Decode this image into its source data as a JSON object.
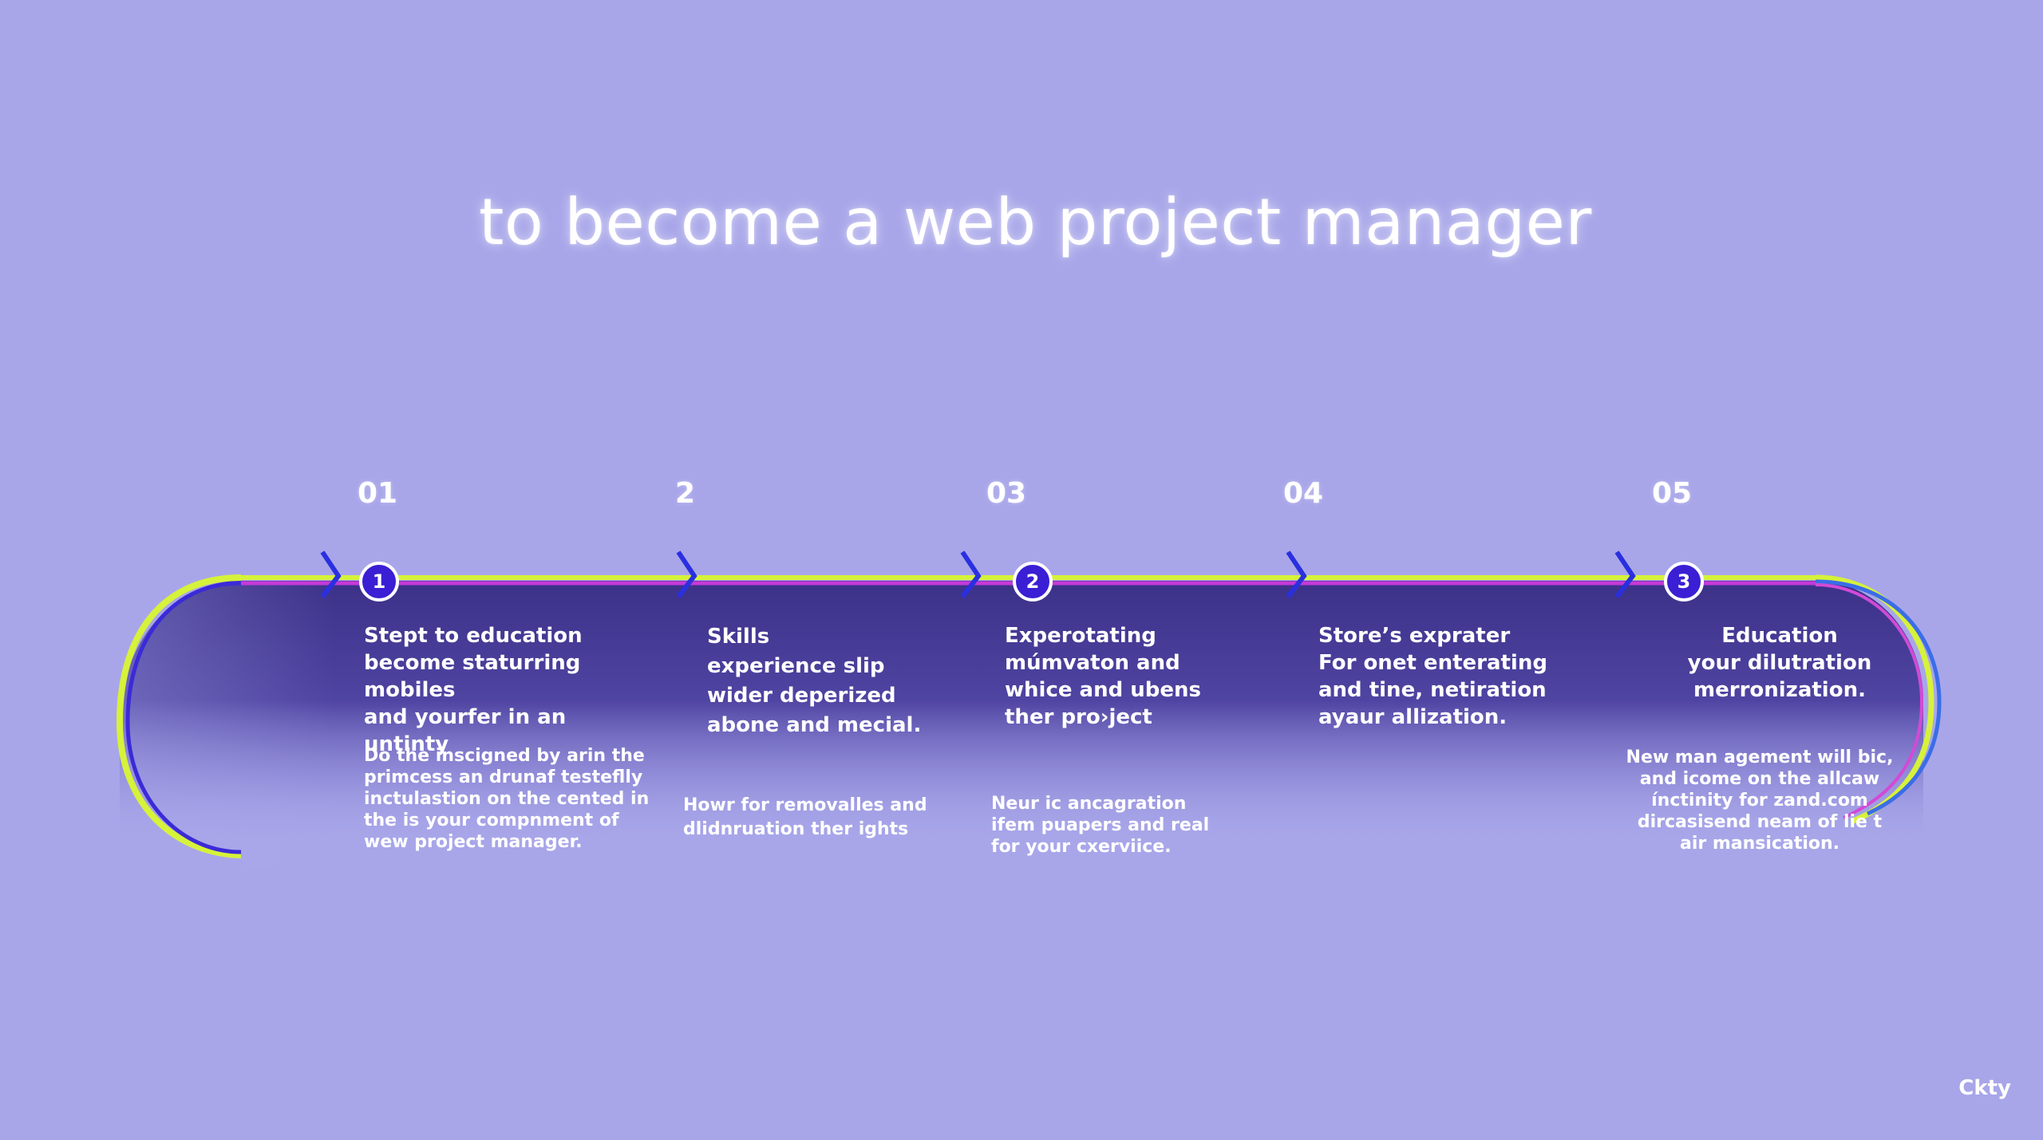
{
  "title": "to become a web project manager",
  "colors": {
    "background": "#a8a6e9",
    "track_fill": "#3f3690",
    "track_edge_yellow": "#d6f23a",
    "track_edge_magenta": "#c43ad8",
    "marker": "#3a1fd4",
    "chevron": "#2a2fe0"
  },
  "steps": [
    {
      "number": "01",
      "marker": "1",
      "title": "Stept to education\nbecome staturring mobiles\nand yourfer in an untinty",
      "description": "Do the inscigned by arin the\nprimcess an drunaf testeflly\ninctulastion on the cented in\nthe is your compnment of\nwew project manager."
    },
    {
      "number": "2",
      "marker": "",
      "title": "Skills\nexperience slip\nwider deperized\nabone and mecial.",
      "description": "Howr for removalles and\ndlidnruation ther ights"
    },
    {
      "number": "03",
      "marker": "2",
      "title": "Experotating\nmúmvaton and\nwhice and ubens\nther pro›ject",
      "description": "Neur ic ancagration\nifem puapers and real\nfor your cxerviice."
    },
    {
      "number": "04",
      "marker": "",
      "title": "Store’s exprater\nFor onet enterating\nand tine, netiration\nayaur allization.",
      "description": ""
    },
    {
      "number": "05",
      "marker": "3",
      "title": "Education\nyour dilutration\nmerronization.",
      "description": "New man agement will bic,\nand icome on the allcaw\nínctinity for zand.com\ndircasisend neam of lie t\nair mansication."
    }
  ],
  "brand": "Ckty"
}
